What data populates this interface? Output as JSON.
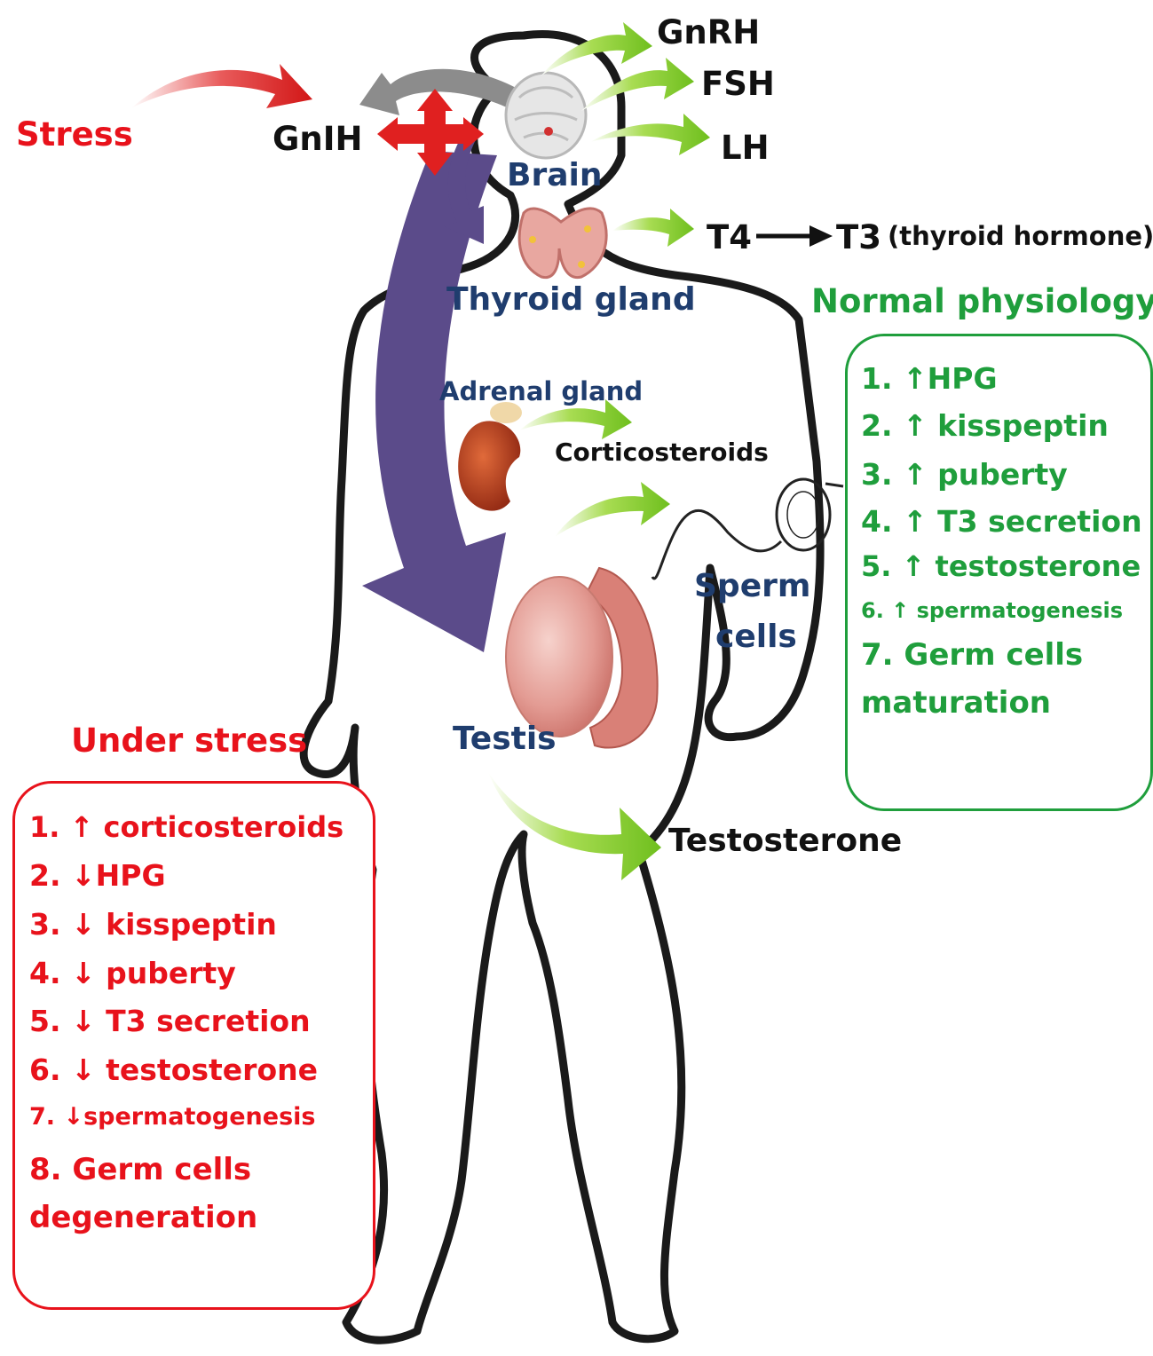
{
  "labels": {
    "stress": "Stress",
    "gnih": "GnIH",
    "gnrh": "GnRH",
    "fsh": "FSH",
    "lh": "LH",
    "brain": "Brain",
    "t4": "T4",
    "t3": "T3",
    "thyroid_hormone": "(thyroid  hormone)",
    "thyroid_gland": "Thyroid gland",
    "adrenal_gland": "Adrenal  gland",
    "corticosteroids": "Corticosteroids",
    "sperm_line1": "Sperm",
    "sperm_line2": "cells",
    "testis": "Testis",
    "testosterone": "Testosterone"
  },
  "normal": {
    "title": "Normal physiology",
    "items": [
      "1. ↑HPG",
      "2. ↑ kisspeptin",
      "3. ↑ puberty",
      "4. ↑ T3 secretion",
      "5. ↑ testosterone",
      "6. ↑ spermatogenesis",
      "7. Germ cells",
      "maturation"
    ]
  },
  "stress": {
    "title": "Under stress",
    "items": [
      "1. ↑ corticosteroids",
      "2. ↓HPG",
      "3. ↓ kisspeptin",
      "4. ↓ puberty",
      "5. ↓ T3 secretion",
      "6. ↓ testosterone",
      "7. ↓spermatogenesis",
      "8. Germ cells",
      "degeneration"
    ]
  },
  "colors": {
    "stress_red": "#e8121b",
    "normal_green": "#1f9e3c",
    "organ_blue": "#1f3d6e",
    "arrow_green": "#8fcf3c",
    "arrow_purple": "#5b4b8a",
    "arrow_gray": "#8c8c8c"
  }
}
